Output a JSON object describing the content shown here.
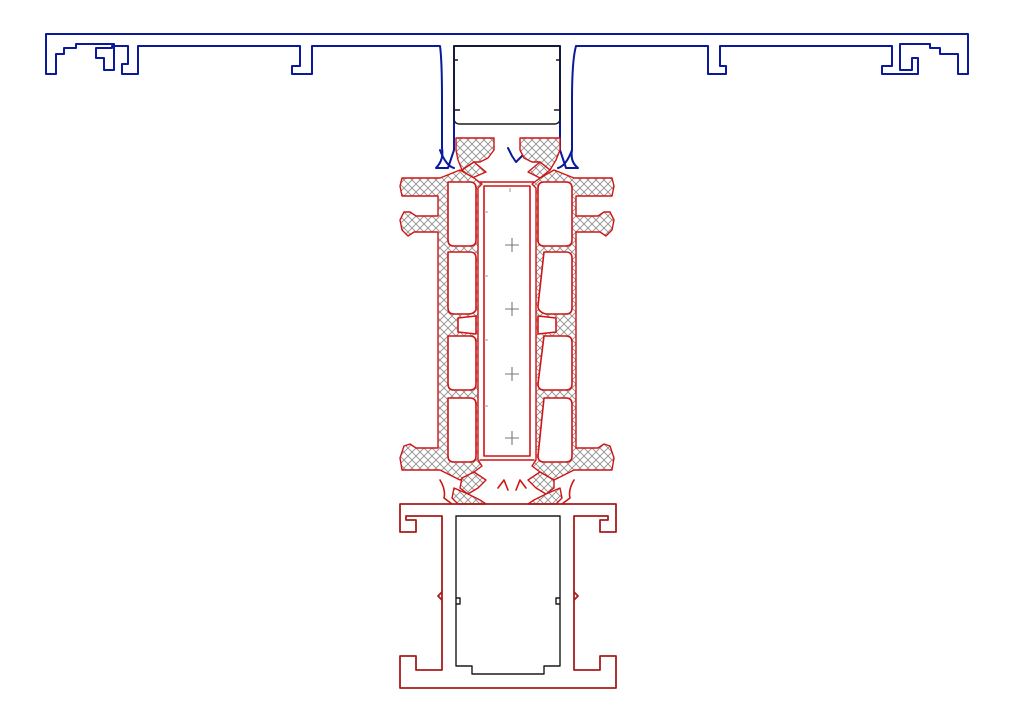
{
  "drawing": {
    "colors": {
      "top_profile": "#0a1a9a",
      "thermal_profile": "#d01414",
      "bottom_profile": "#a71c1c",
      "inserts": "#1a1a1a",
      "hatch": "#8a8a8a"
    },
    "parts": [
      "top-transom-profile",
      "top-steel-insert",
      "thermal-break-profile",
      "bottom-mullion-profile",
      "bottom-steel-insert"
    ]
  }
}
